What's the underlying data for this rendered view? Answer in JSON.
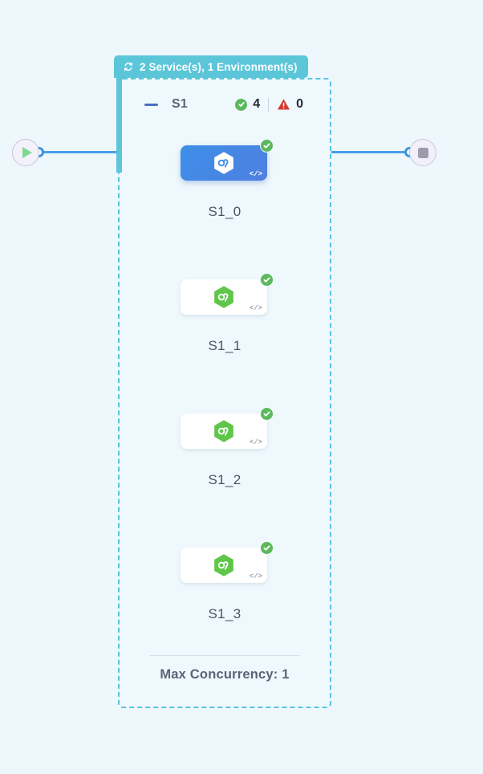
{
  "canvas": {
    "background_color": "#eef7fb"
  },
  "start_node": {
    "icon": "play-icon",
    "color": "#7ed88f"
  },
  "end_node": {
    "icon": "stop-icon",
    "color": "#9b9bab"
  },
  "group": {
    "header": {
      "icon": "refresh-loop-icon",
      "label": "2 Service(s), 1 Environment(s)",
      "background_color": "#5cc6d9",
      "text_color": "#ffffff"
    },
    "border_color": "#56c6dd",
    "collapse_control": {
      "icon": "minus-icon",
      "color": "#4a6ec0"
    },
    "service_name": "S1",
    "stats": {
      "success_icon": "check-circle-icon",
      "success_count": "4",
      "success_color": "#5cb85c",
      "warning_icon": "warning-triangle-icon",
      "warning_count": "0",
      "warning_color": "#d63c2f"
    },
    "footer_label": "Max Concurrency: 1",
    "nodes": [
      {
        "label": "S1_0",
        "selected": true,
        "icon": "hexagon-service-icon",
        "icon_color": "#ffffff",
        "status_icon": "check-circle-icon",
        "code_icon": "code-brackets-icon",
        "code_label": "</>"
      },
      {
        "label": "S1_1",
        "selected": false,
        "icon": "hexagon-service-icon",
        "icon_color": "#5fc64a",
        "status_icon": "check-circle-icon",
        "code_icon": "code-brackets-icon",
        "code_label": "</>"
      },
      {
        "label": "S1_2",
        "selected": false,
        "icon": "hexagon-service-icon",
        "icon_color": "#5fc64a",
        "status_icon": "check-circle-icon",
        "code_icon": "code-brackets-icon",
        "code_label": "</>"
      },
      {
        "label": "S1_3",
        "selected": false,
        "icon": "hexagon-service-icon",
        "icon_color": "#5fc64a",
        "status_icon": "check-circle-icon",
        "code_icon": "code-brackets-icon",
        "code_label": "</>"
      }
    ]
  }
}
